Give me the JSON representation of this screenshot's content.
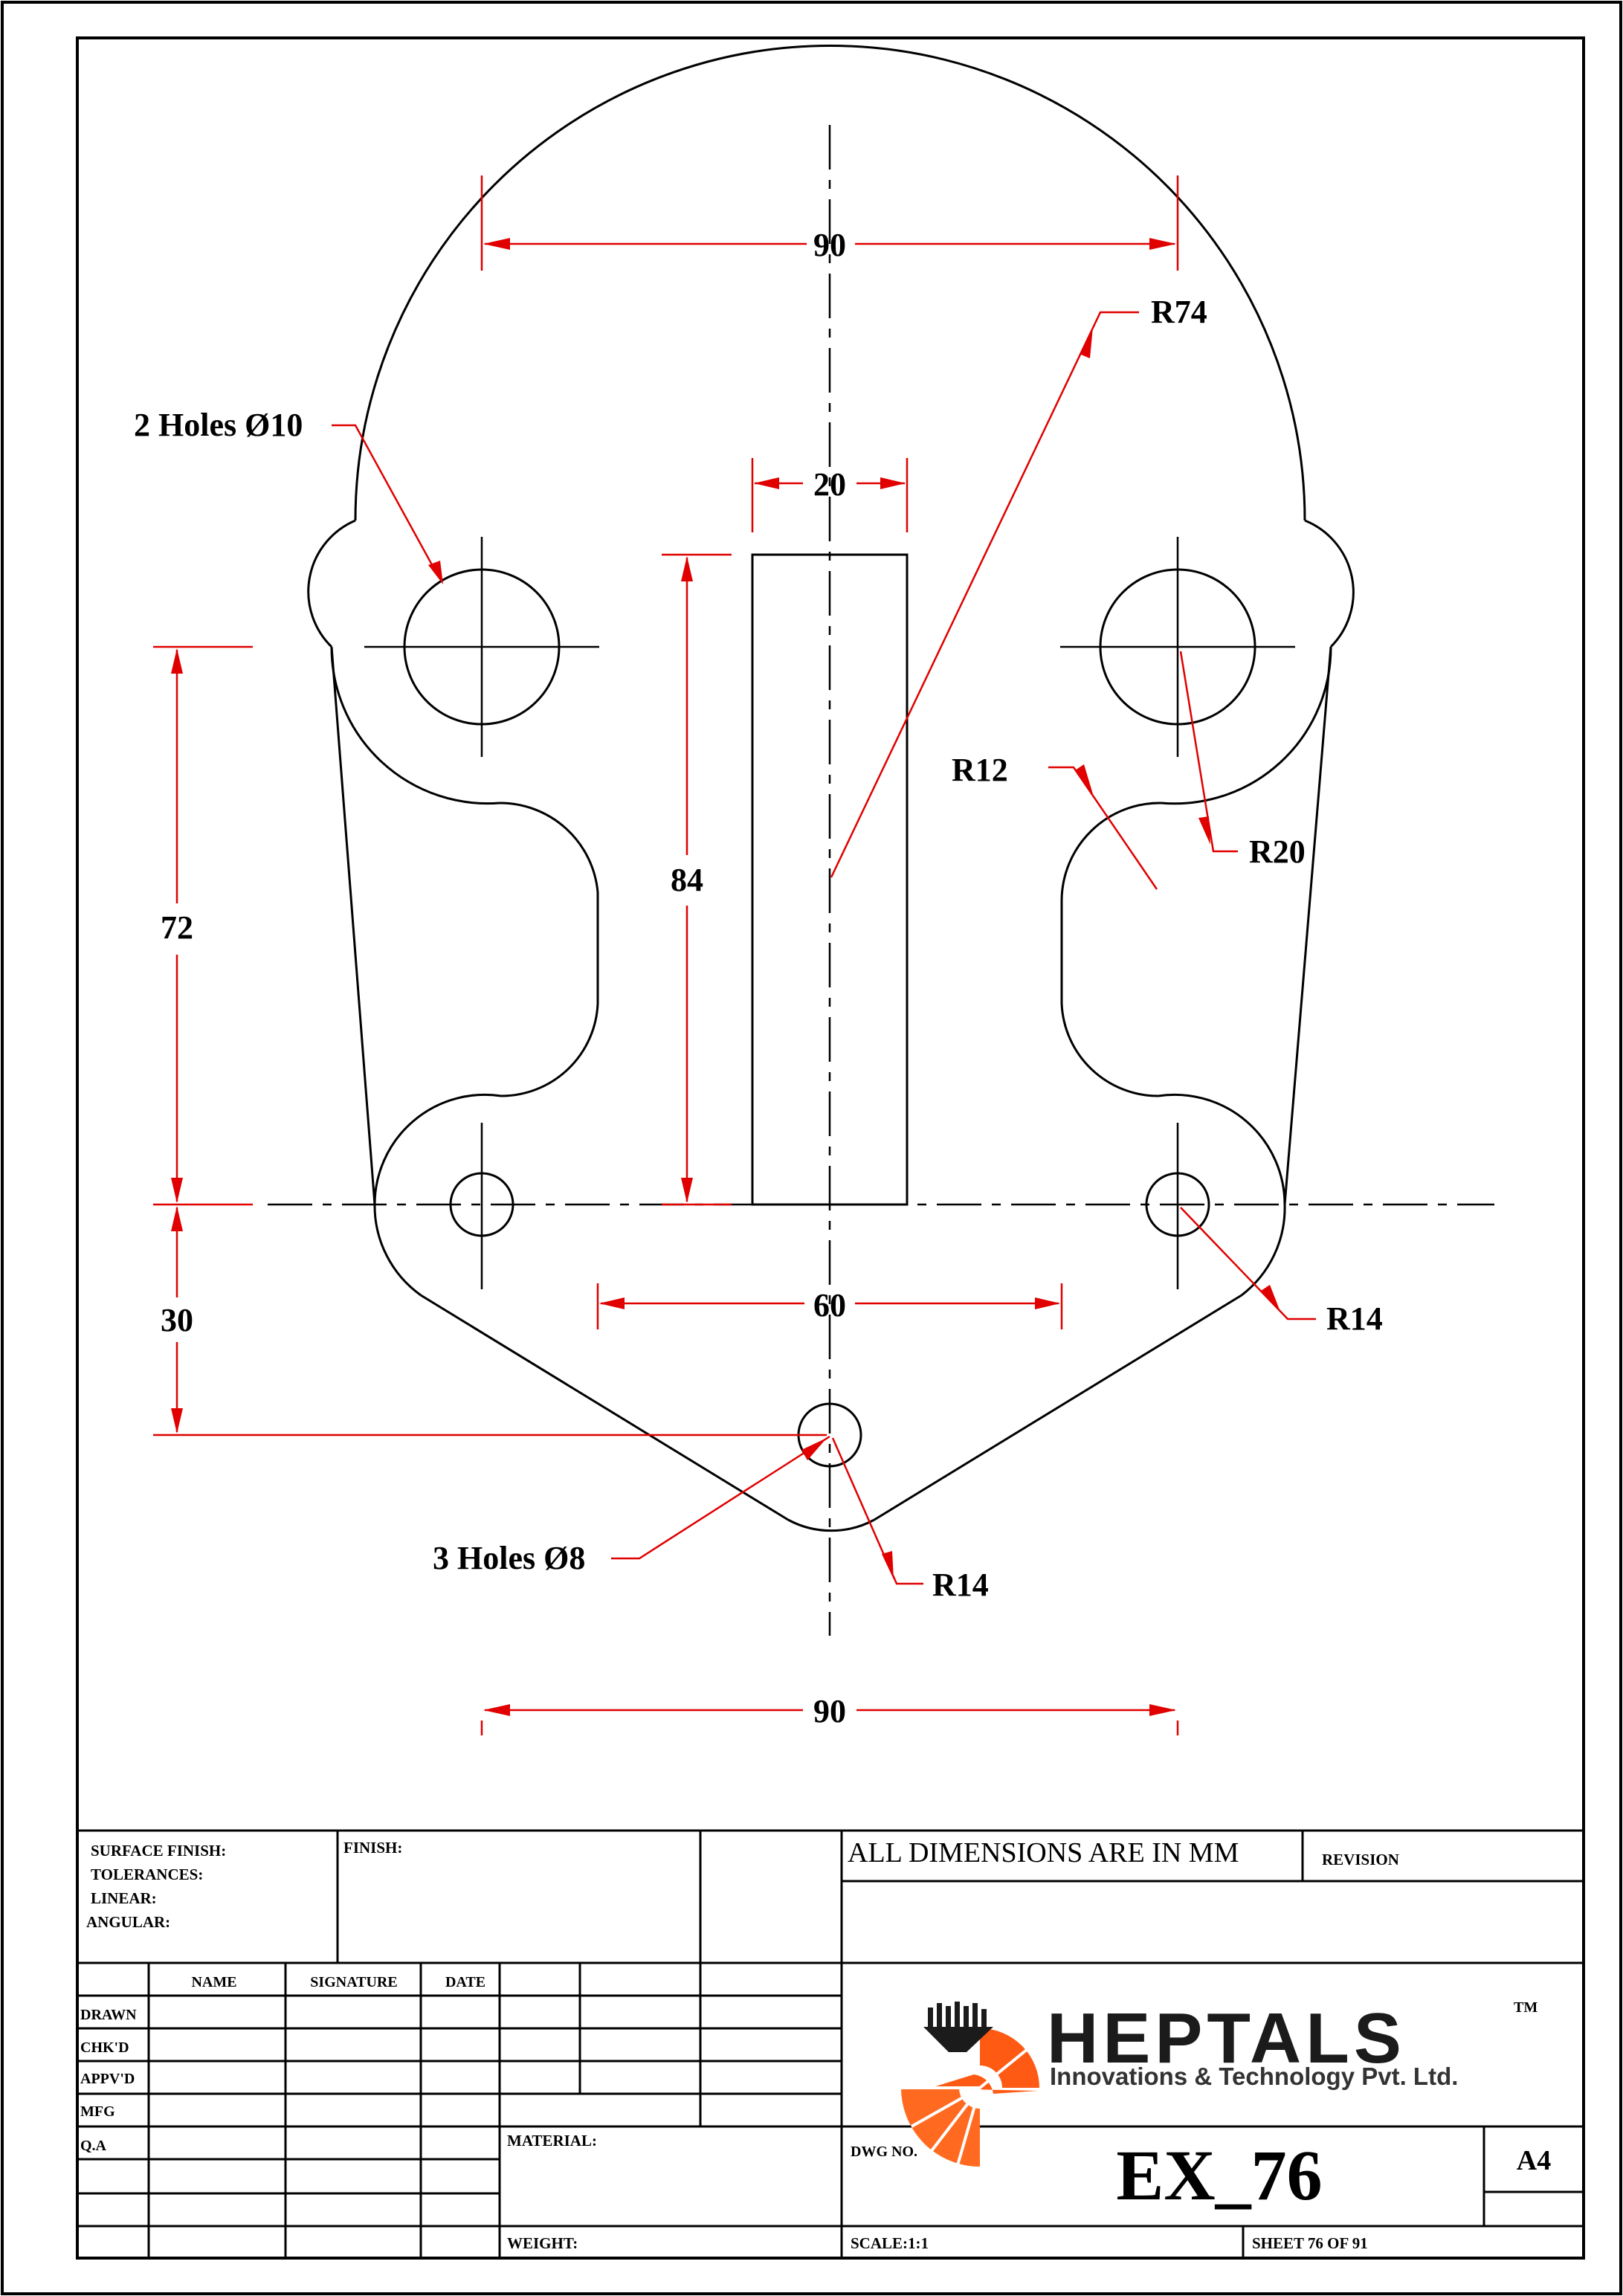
{
  "drawing": {
    "dimensions": {
      "top_width": "90",
      "bottom_width": "90",
      "slot_width": "20",
      "slot_height": "84",
      "left_vertical": "72",
      "bottom_offset": "30",
      "hole_spacing": "60",
      "outer_radius": "R74",
      "inner_radius": "R12",
      "boss_radius": "R20",
      "right_lower_radius": "R14",
      "bottom_radius": "R14"
    },
    "callouts": {
      "large_holes": "2 Holes Ø10",
      "small_holes": "3 Holes Ø8"
    }
  },
  "title_block": {
    "surface_finish": "SURFACE FINISH:",
    "tolerances": "TOLERANCES:",
    "linear": "LINEAR:",
    "angular": "ANGULAR:",
    "finish": "FINISH:",
    "units_note": "ALL DIMENSIONS ARE IN MM",
    "revision": "REVISION",
    "col_name": "NAME",
    "col_signature": "SIGNATURE",
    "col_date": "DATE",
    "row_drawn": "DRAWN",
    "row_checked": "CHK'D",
    "row_approved": "APPV'D",
    "row_mfg": "MFG",
    "row_qa": "Q.A",
    "material": "MATERIAL:",
    "weight": "WEIGHT:",
    "dwg_no_label": "DWG NO.",
    "dwg_no": "EX_76",
    "size": "A4",
    "scale": "SCALE:1:1",
    "sheet": "SHEET 76 OF 91"
  },
  "logo": {
    "name": "HEPTALS",
    "trademark": "TM",
    "tagline": "Innovations & Technology Pvt. Ltd.",
    "accent_color": "#ff5a14"
  }
}
